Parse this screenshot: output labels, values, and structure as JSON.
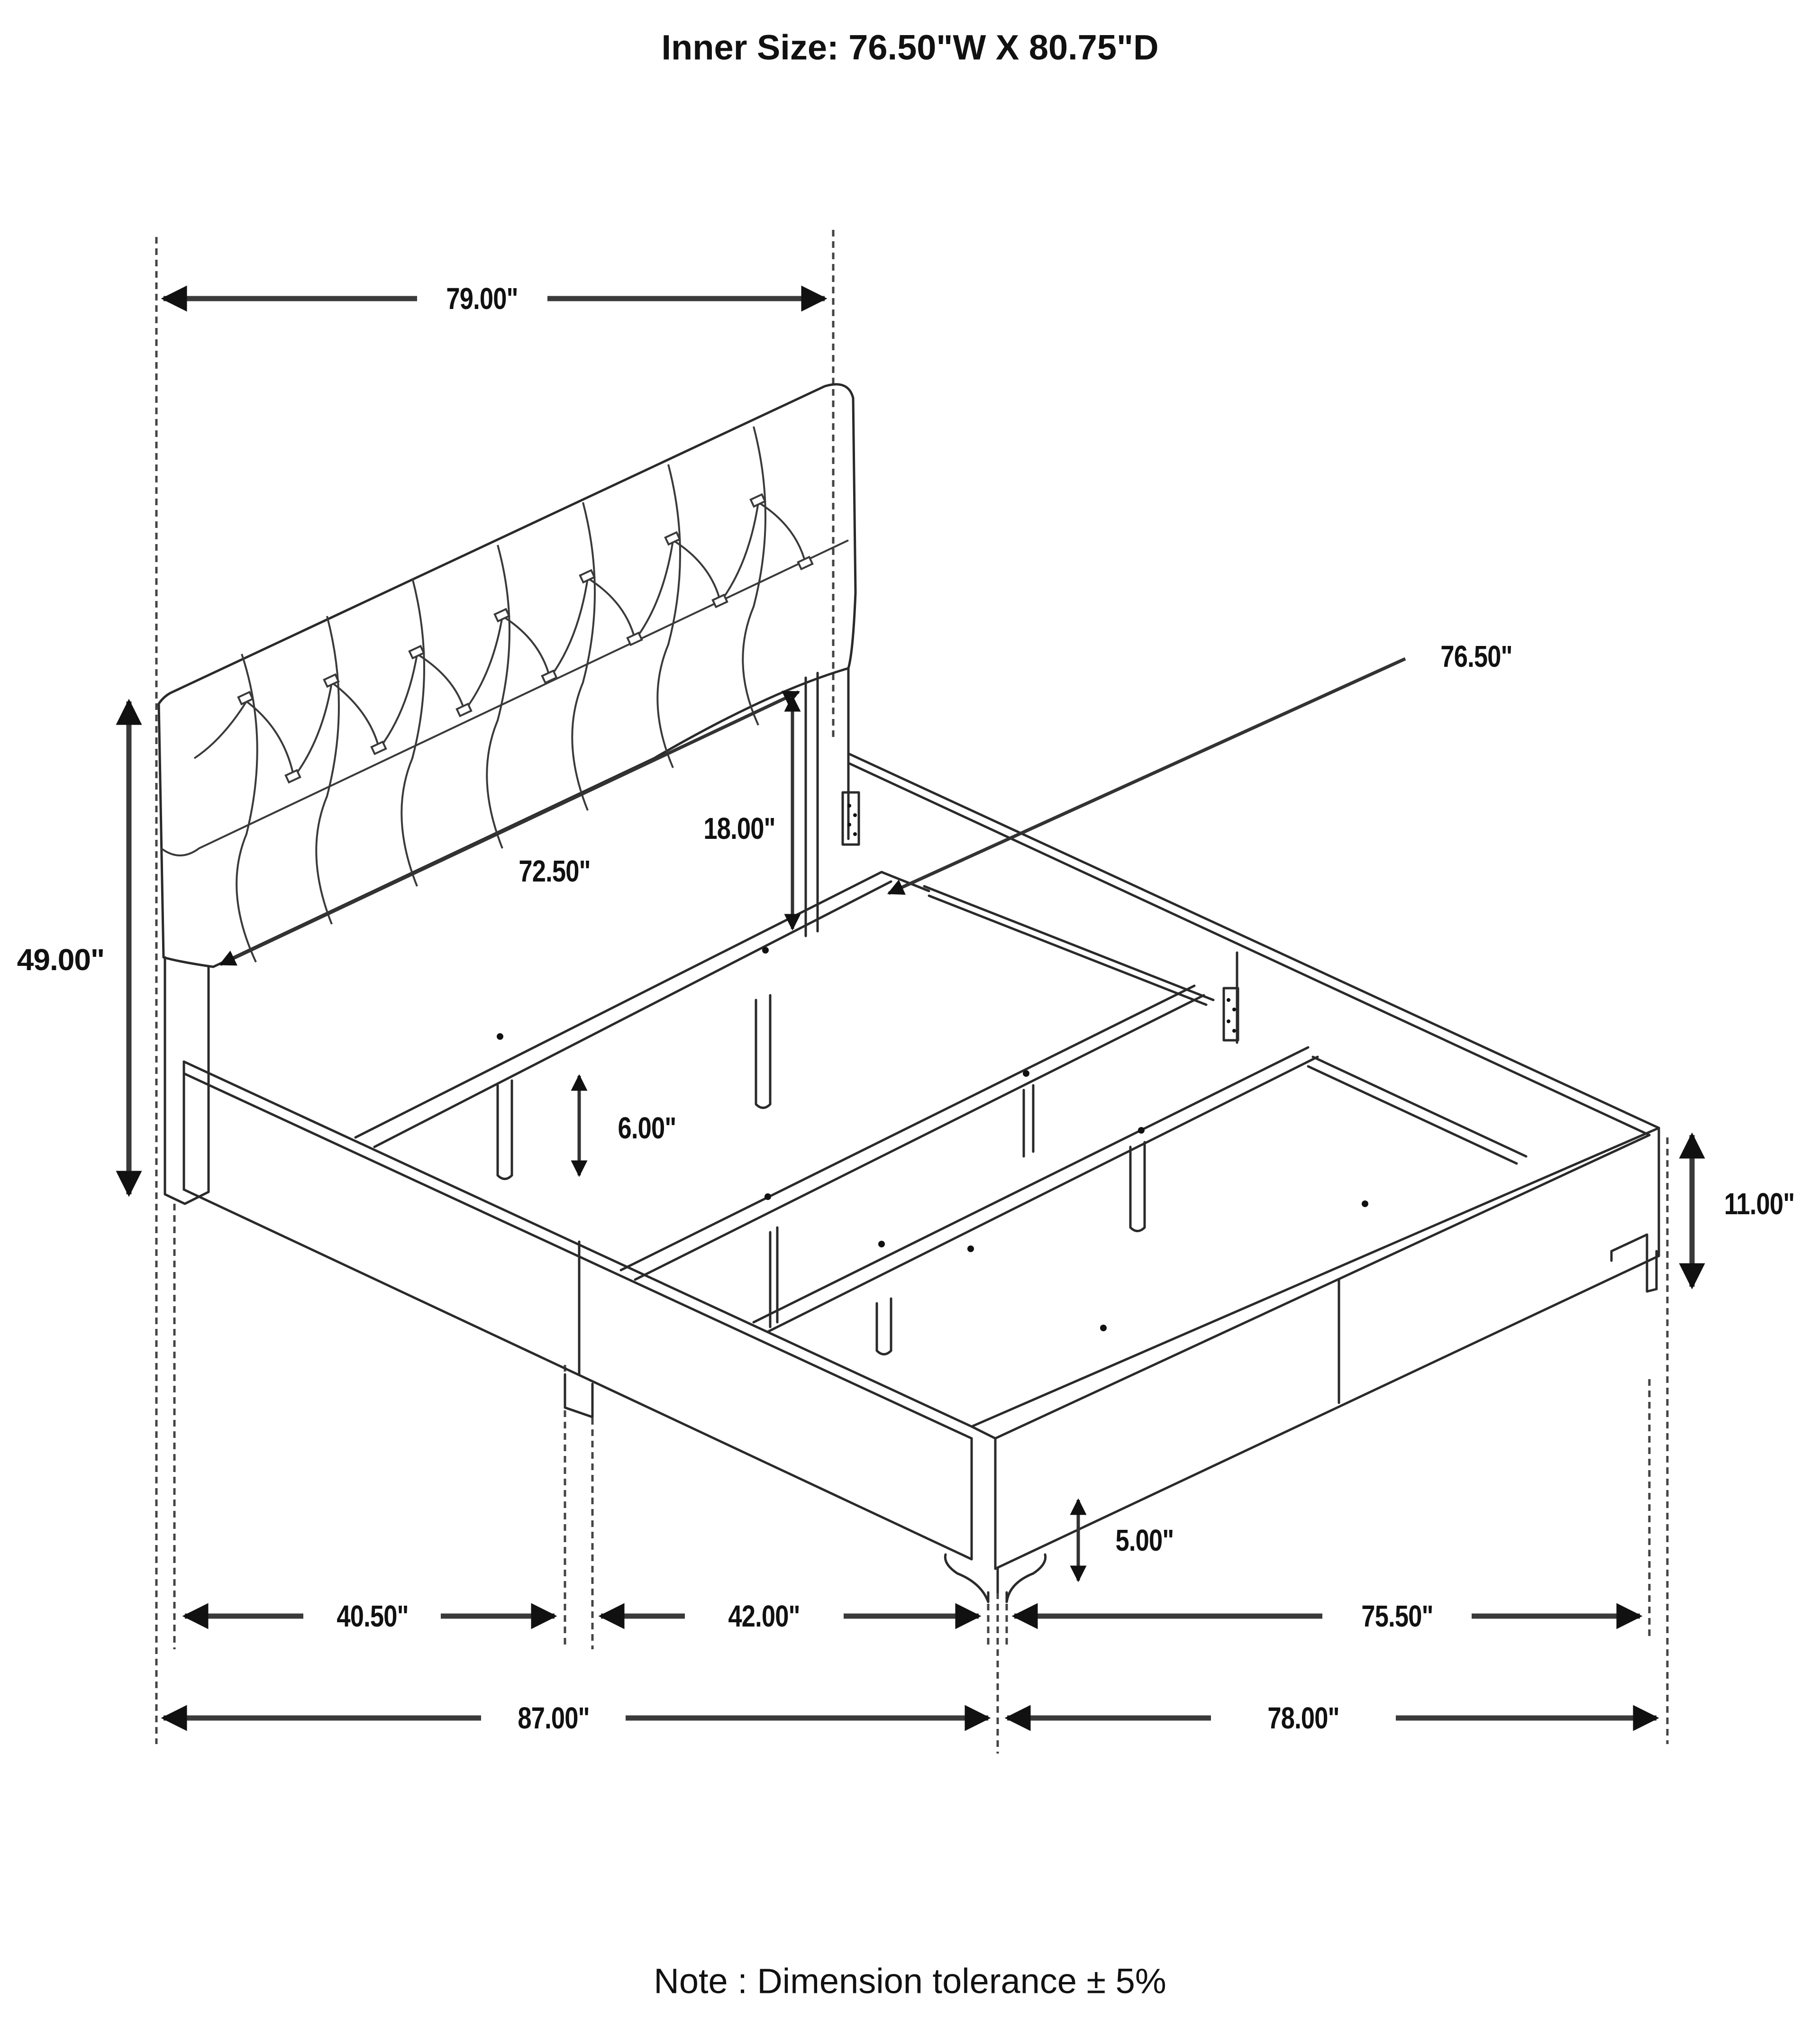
{
  "header": {
    "title": "Inner Size: 76.50\"W X 80.75\"D"
  },
  "drawing": {
    "subject": "tufted upholstered bed frame (isometric line drawing)",
    "line_color": "#2a2a2a",
    "background": "#ffffff"
  },
  "dimensions": {
    "overall_headboard_width": "79.00\"",
    "headboard_panel_width": "72.50\"",
    "inner_width_callout": "76.50\"",
    "overall_height": "49.00\"",
    "headboard_clearance_height": "18.00\"",
    "slat_support_leg_height": "6.00\"",
    "side_rail_height": "11.00\"",
    "leg_height": "5.00\"",
    "side_segment_1": "40.50\"",
    "side_segment_2": "42.00\"",
    "footboard_inner_width": "75.50\"",
    "overall_length": "87.00\"",
    "overall_width": "78.00\""
  },
  "footer": {
    "note": "Note : Dimension tolerance  ± 5%"
  }
}
